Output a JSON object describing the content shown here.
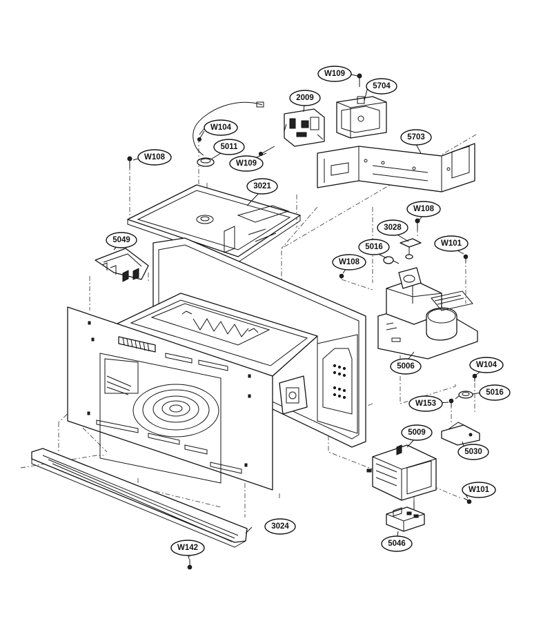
{
  "callouts": {
    "w109_top": "W109",
    "c5704": "5704",
    "c2009": "2009",
    "c5703": "5703",
    "w104_top": "W104",
    "c5011": "5011",
    "w109_mid": "W109",
    "w108_left": "W108",
    "c3021": "3021",
    "w108_right": "W108",
    "c3028": "3028",
    "c5016_top": "5016",
    "w101_top": "W101",
    "c5049": "5049",
    "w108_mid": "W108",
    "c5006": "5006",
    "w104_right": "W104",
    "c5016_right": "5016",
    "w153": "W153",
    "c5009": "5009",
    "c5030": "5030",
    "w101_bottom": "W101",
    "c3024": "3024",
    "c5046": "5046",
    "w142": "W142"
  }
}
